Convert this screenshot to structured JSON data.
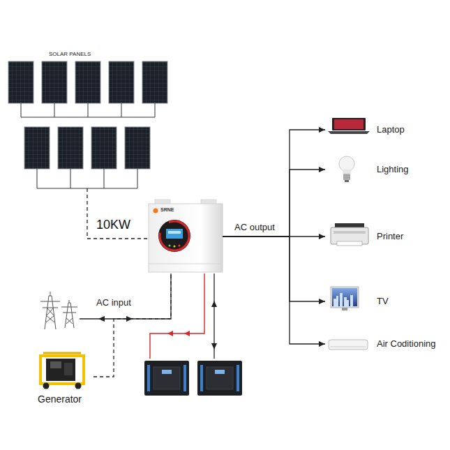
{
  "diagram": {
    "nodes": [
      {
        "text": [
          "SOLAR PANELS"
        ]
      },
      {
        "text": [
          "SRNE"
        ]
      },
      {
        "text": [
          "Laptop"
        ]
      },
      {
        "text": [
          "Lighting"
        ]
      },
      {
        "text": [
          "Printer"
        ]
      },
      {
        "text": [
          "TV"
        ]
      },
      {
        "text": [
          "Air Coditioning"
        ]
      },
      {
        "text": [
          "Generator"
        ]
      }
    ],
    "edges": [
      {
        "from": 0,
        "to": 1,
        "arrow": "none",
        "label": "10KW"
      },
      {
        "from": 1,
        "to": 2,
        "arrow": "to"
      },
      {
        "from": 1,
        "to": 3,
        "arrow": "to"
      },
      {
        "from": 1,
        "to": 4,
        "arrow": "to"
      },
      {
        "from": 1,
        "to": 5,
        "arrow": "to"
      },
      {
        "from": 1,
        "to": 6,
        "arrow": "to"
      },
      {
        "from": 7,
        "to": 1,
        "arrow": "none"
      }
    ],
    "labels": [
      "AC output",
      "AC input"
    ]
  }
}
